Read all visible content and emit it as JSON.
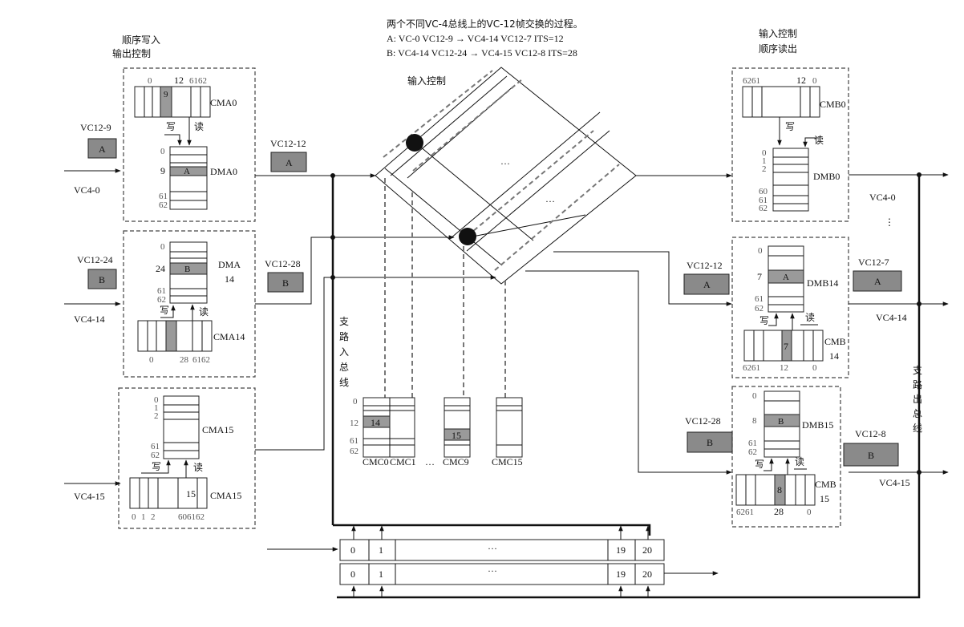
{
  "title": {
    "line1": "两个不同VC-4总线上的VC-12帧交换的过程。",
    "lineA": "A:  VC-0    VC12-9  →  VC4-14    VC12-7    ITS=12",
    "lineB": "B:    VC4-14    VC12-24  →  VC4-15    VC12-8    ITS=28"
  },
  "labels": {
    "seq_write": "顺序写入",
    "out_ctrl": "输出控制",
    "in_ctrl_mid": "输入控制",
    "in_ctrl_right": "输入控制",
    "seq_read": "顺序读出",
    "write": "写",
    "read": "读",
    "trib_in_bus": [
      "支",
      "路",
      "入",
      "总",
      "线"
    ],
    "trib_out_bus": [
      "支",
      "路",
      "出",
      "总",
      "线"
    ],
    "dots": "…",
    "dots_v": "⋮"
  },
  "left": {
    "vc12_9": "VC12-9",
    "vc12_24": "VC12-24",
    "vc4_0": "VC4-0",
    "vc4_14": "VC4-14",
    "vc4_15": "VC4-15",
    "box_a": "A",
    "box_b": "B",
    "cma0": "CMA0",
    "dma0": "DMA0",
    "dma14_1": "DMA",
    "dma14_2": "14",
    "cma14": "CMA14",
    "cma15a": "CMA15",
    "cma15b": "CMA15",
    "cma0_nums": [
      "0",
      "12",
      "6162"
    ],
    "cma0_cell": "9",
    "dma0_nums": [
      "0",
      "9",
      "61",
      "62"
    ],
    "dma0_cell": "A",
    "dma14_nums": [
      "0",
      "24",
      "61",
      "62"
    ],
    "dma14_cell": "B",
    "cma14_nums": [
      "0",
      "28",
      "6162"
    ],
    "cma15_dma_nums": [
      "0",
      "1",
      "2",
      "61",
      "62"
    ],
    "cma15_nums": [
      "0",
      "1",
      "2",
      "15",
      "606162"
    ]
  },
  "middle": {
    "vc12_12": "VC12-12",
    "vc12_28": "VC12-28",
    "box_a": "A",
    "box_b": "B",
    "cmc_labels": [
      "CMC0",
      "CMC1",
      "…",
      "CMC9",
      "CMC15"
    ],
    "cmc_nums": [
      "0",
      "12",
      "61",
      "62"
    ],
    "cmc0_cell": "14",
    "cmc9_cell": "15",
    "bus_top": [
      "0",
      "1",
      "···",
      "19",
      "20"
    ],
    "bus_bottom": [
      "0",
      "1",
      "···",
      "19",
      "20"
    ]
  },
  "right": {
    "cmb0": "CMB0",
    "dmb0": "DMB0",
    "dmb14": "DMB14",
    "cmb14_1": "CMB",
    "cmb14_2": "14",
    "dmb15": "DMB15",
    "cmb15_1": "CMB",
    "cmb15_2": "15",
    "vc12_12": "VC12-12",
    "vc12_28": "VC12-28",
    "vc12_7": "VC12-7",
    "vc12_8": "VC12-8",
    "vc4_0": "VC4-0",
    "vc4_14": "VC4-14",
    "vc4_15": "VC4-15",
    "box_a": "A",
    "box_b": "B",
    "cmb0_nums": [
      "6261",
      "12",
      "0"
    ],
    "dmb0_nums": [
      "0",
      "1",
      "2",
      "60",
      "61",
      "62"
    ],
    "dmb14_nums": [
      "0",
      "7",
      "61",
      "62"
    ],
    "dmb14_cell": "A",
    "cmb14_nums": [
      "6261",
      "12",
      "0"
    ],
    "cmb14_cell": "7",
    "dmb15_nums": [
      "0",
      "8",
      "61",
      "62"
    ],
    "dmb15_cell": "B",
    "cmb15_nums": [
      "6261",
      "28",
      "0"
    ],
    "cmb15_cell": "8"
  }
}
